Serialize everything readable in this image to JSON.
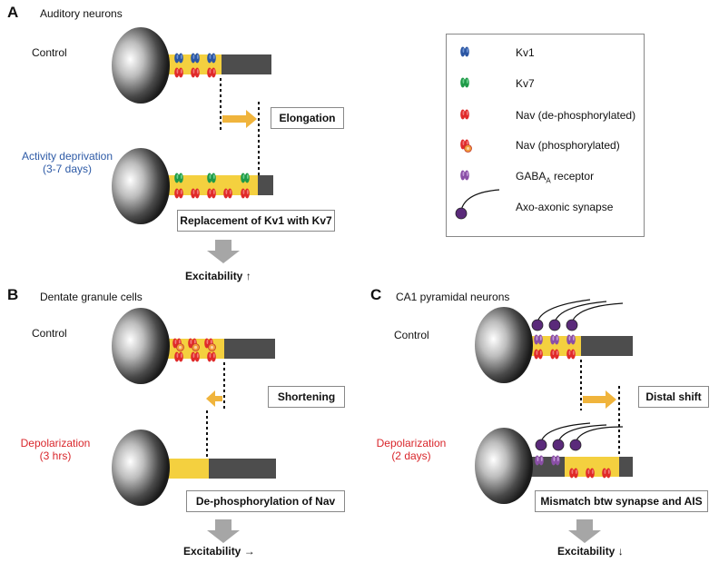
{
  "panels": {
    "a": {
      "letter": "A",
      "title": "Auditory neurons",
      "top_condition": "Control",
      "bottom_condition_line1": "Activity deprivation",
      "bottom_condition_line2": "(3-7 days)",
      "change_label": "Elongation",
      "mechanism_label": "Replacement of Kv1 with Kv7",
      "outcome": "Excitability ↑"
    },
    "b": {
      "letter": "B",
      "title": "Dentate granule cells",
      "top_condition": "Control",
      "bottom_condition_line1": "Depolarization",
      "bottom_condition_line2": "(3 hrs)",
      "change_label": "Shortening",
      "mechanism_label": "De-phosphorylation of Nav",
      "outcome": "Excitability →"
    },
    "c": {
      "letter": "C",
      "title": "CA1 pyramidal neurons",
      "top_condition": "Control",
      "bottom_condition_line1": "Depolarization",
      "bottom_condition_line2": "(2 days)",
      "change_label": "Distal shift",
      "mechanism_label": "Mismatch btw synapse and AIS",
      "outcome": "Excitability ↓"
    }
  },
  "legend": {
    "kv1": "Kv1",
    "kv7": "Kv7",
    "nav_dephos": "Nav (de-phosphorylated)",
    "nav_phos": "Nav (phosphorylated)",
    "gaba_prefix": "GABA",
    "gaba_sub": "A",
    "gaba_suffix": " receptor",
    "synapse": "Axo-axonic synapse"
  },
  "colors": {
    "kv1": "#2b56a3",
    "kv7": "#1f9a48",
    "nav": "#e02a2a",
    "nav_phos_dot": "#f29a3a",
    "gaba": "#8a4fa6",
    "synapse": "#5a2a7a",
    "ais": "#f4d03f",
    "axon": "#4d4d4d",
    "arrow_yellow": "#f0b43c",
    "arrow_gray": "#a6a6a6",
    "activity_text": "#2d5aa6",
    "depolarization_text": "#d9262b"
  }
}
